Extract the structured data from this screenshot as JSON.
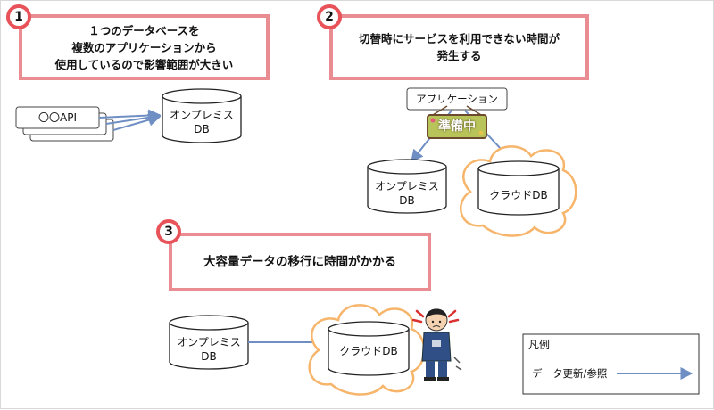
{
  "colors": {
    "badge_border": "#e8535a",
    "box_border": "#ea8d93",
    "arrow": "#6f8fc4",
    "cloud_border": "#f6b56a",
    "banner_fill": "#b8c35a",
    "banner_text": "#ffffff"
  },
  "problem1": {
    "number": "1",
    "lines": [
      "１つのデータベースを",
      "複数のアプリケーションから",
      "使用しているので影響範囲が大きい"
    ]
  },
  "problem2": {
    "number": "2",
    "lines": [
      "切替時にサービスを利用できない時間が",
      "発生する"
    ]
  },
  "problem3": {
    "number": "3",
    "lines": [
      "大容量データの移行に時間がかかる"
    ]
  },
  "section1": {
    "api_label": "〇〇API",
    "db_lines": [
      "オンプレミス",
      "DB"
    ]
  },
  "section2": {
    "app_label": "アプリケーション",
    "banner_text": "準備中",
    "onprem_lines": [
      "オンプレミス",
      "DB"
    ],
    "cloud_db_label": "クラウドDB"
  },
  "section3": {
    "onprem_lines": [
      "オンプレミス",
      "DB"
    ],
    "cloud_db_label": "クラウドDB",
    "person_icon": "worried-person-icon"
  },
  "legend": {
    "title": "凡例",
    "item_label": "データ更新/参照"
  }
}
